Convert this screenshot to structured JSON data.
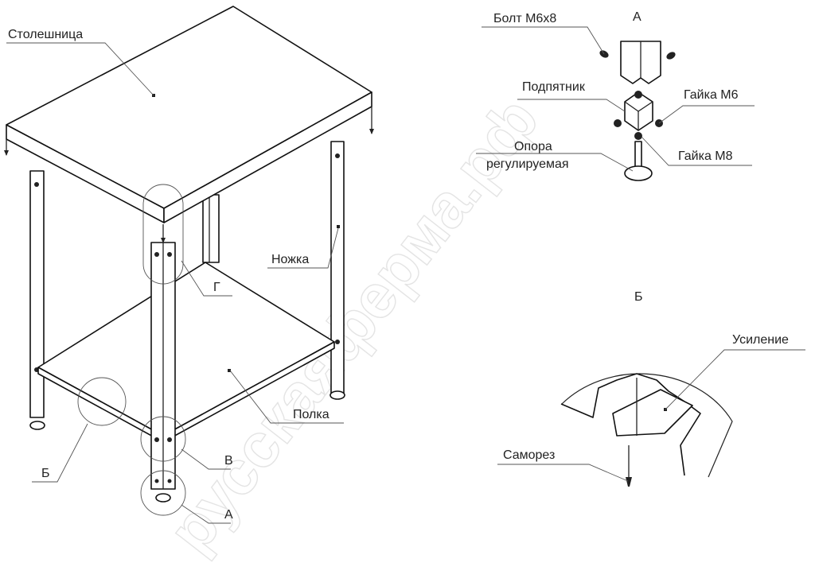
{
  "watermark": "русскаяферма.рф",
  "labels": {
    "tabletop": "Столешница",
    "leg": "Ножка",
    "shelf": "Полка",
    "callout_g": "Г",
    "callout_v": "В",
    "callout_a": "А",
    "callout_b": "Б"
  },
  "detail_a": {
    "title": "А",
    "bolt": "Болт М6х8",
    "heel": "Подпятник",
    "nut_m6": "Гайка М6",
    "support_line1": "Опора",
    "support_line2": "регулируемая",
    "nut_m8": "Гайка М8"
  },
  "detail_b": {
    "title": "Б",
    "reinforcement": "Усиление",
    "screw": "Саморез"
  }
}
